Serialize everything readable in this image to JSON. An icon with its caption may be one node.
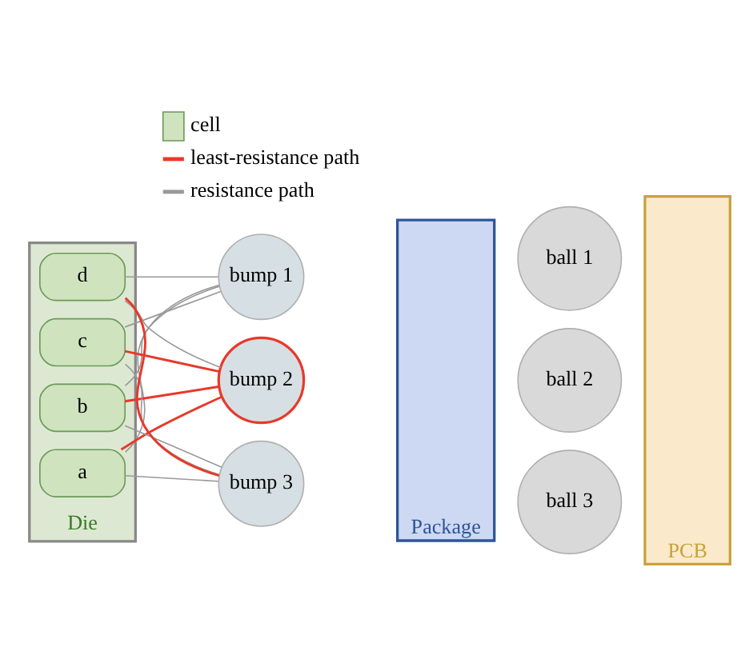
{
  "diagram": {
    "nodes": [
      {
        "text": [
          "Die"
        ]
      },
      {
        "text": [
          "a"
        ],
        "in": 0
      },
      {
        "text": [
          "b"
        ],
        "in": 0
      },
      {
        "text": [
          "c"
        ],
        "in": 0
      },
      {
        "text": [
          "d"
        ],
        "in": 0
      },
      {
        "text": [
          "bump 1"
        ]
      },
      {
        "text": [
          "bump 2"
        ]
      },
      {
        "text": [
          "bump 3"
        ]
      },
      {
        "text": [
          "Package"
        ]
      },
      {
        "text": [
          "ball 1"
        ]
      },
      {
        "text": [
          "ball 2"
        ]
      },
      {
        "text": [
          "ball 3"
        ]
      },
      {
        "text": [
          "PCB"
        ]
      }
    ],
    "edges": [
      {
        "from": 1,
        "to": 5,
        "arrow": "none"
      },
      {
        "from": 1,
        "to": 6,
        "arrow": "none",
        "color": "#e8392a"
      },
      {
        "from": 1,
        "to": 7,
        "arrow": "none"
      },
      {
        "from": 2,
        "to": 5,
        "arrow": "none"
      },
      {
        "from": 2,
        "to": 6,
        "arrow": "none",
        "color": "#e8392a"
      },
      {
        "from": 2,
        "to": 7,
        "arrow": "none"
      },
      {
        "from": 3,
        "to": 5,
        "arrow": "none"
      },
      {
        "from": 3,
        "to": 6,
        "arrow": "none",
        "color": "#e8392a"
      },
      {
        "from": 3,
        "to": 7,
        "arrow": "none"
      },
      {
        "from": 4,
        "to": 5,
        "arrow": "none"
      },
      {
        "from": 4,
        "to": 6,
        "arrow": "none"
      },
      {
        "from": 4,
        "to": 7,
        "arrow": "none",
        "color": "#e8392a"
      }
    ],
    "legend": [
      {
        "text": "cell",
        "color": "#cfe3bf"
      },
      {
        "text": "least-resistance path"
      },
      {
        "text": "resistance path"
      }
    ]
  }
}
